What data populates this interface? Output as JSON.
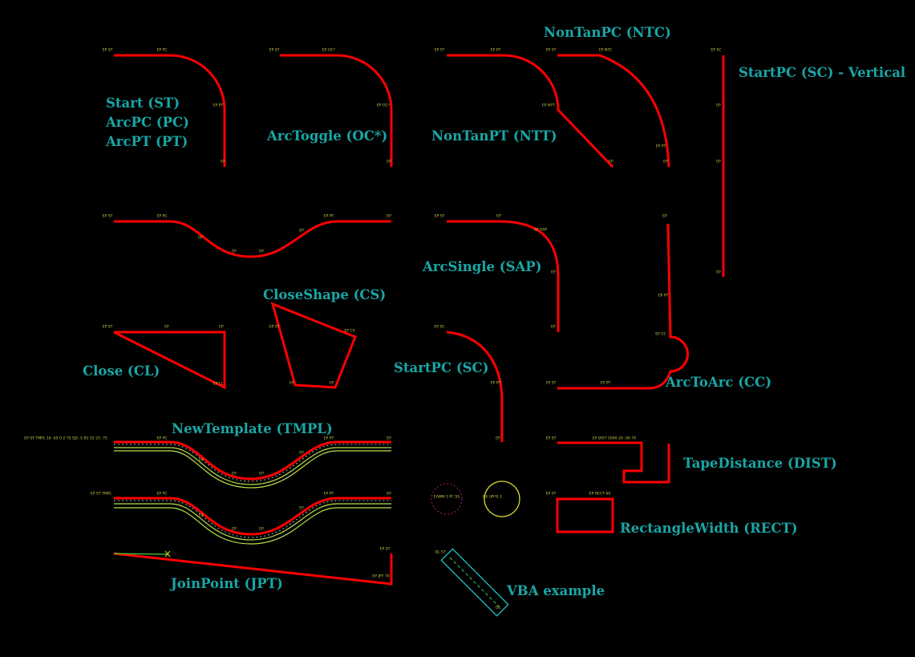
{
  "labels": {
    "start": "Start (ST)",
    "arcpc": "ArcPC (PC)",
    "arcpt": "ArcPT (PT)",
    "arctoggle": "ArcToggle (OC*)",
    "nontanpt": "NonTanPT (NTT)",
    "nontanpc": "NonTanPC (NTC)",
    "startpc_vertical": "StartPC (SC) - Vertical",
    "arcsingle": "ArcSingle (SAP)",
    "closeshape": "CloseShape (CS)",
    "close": "Close (CL)",
    "startpc": "StartPC (SC)",
    "arctoarc": "ArcToArc (CC)",
    "newtemplate": "NewTemplate (TMPL)",
    "tapedistance": "TapeDistance (DIST)",
    "rectanglewidth": "RectangleWidth (RECT)",
    "joinpoint": "JoinPoint (JPT)",
    "vba": "VBA example"
  },
  "tiny": {
    "t1": "EP ST",
    "t2": "EP PC",
    "t3": "EP PT",
    "t4": "EP",
    "t5": "EP ST",
    "t6": "EP OC*",
    "t7": "EP OC*",
    "t8": "EP",
    "t9": "EP ST",
    "t10": "EP PT",
    "t11": "EP NTT",
    "t12": "EP",
    "t13": "EP ST",
    "t14": "EP NTC",
    "t15": "EP PT",
    "t16": "EP",
    "t17": "EP SC",
    "t18": "EP",
    "t19": "EP",
    "t20": "EP",
    "t21": "EP ST",
    "t22": "EP PC",
    "t23": "EP",
    "t24": "EP",
    "t25": "EP",
    "t26": "EP",
    "t27": "EP PT",
    "t28": "EP",
    "t29": "EP ST",
    "t30": "EP",
    "t31": "EP SAP",
    "t32": "EP",
    "t33": "EP",
    "t34": "EP",
    "t35": "EP PT",
    "t36": "EP CC",
    "t37": "EP ST",
    "t38": "EP",
    "t39": "EP",
    "t40": "EP CL",
    "t41": "EP ST",
    "t42": "EP CS",
    "t43": "EP",
    "t44": "EP",
    "t45": "EP SC",
    "t46": "EP PT",
    "t47": "EP",
    "t48": "EP ST",
    "t49": "EP PT",
    "t50": "EP ST TMPL 16 .65 0.2 TS SJ5 .5 B1 S2 25 .75",
    "t51": "EP PC",
    "t52": "EP",
    "t53": "EP",
    "t54": "EP",
    "t55": "EP",
    "t56": "EP PT",
    "t57": "EP",
    "t58": "EP ST TMPL",
    "t59": "EP PC",
    "t60": "EP",
    "t61": "EP",
    "t62": "EP",
    "t63": "EP",
    "t64": "EP PT",
    "t65": "EP",
    "t66": "EP ST",
    "t67": "EP DIST 5000 20 -90 70",
    "t68": "EAWN 1 R*.5S",
    "t69": "EX UR*0.3",
    "t70": "EP ST",
    "t71": "EP RECT 60",
    "t72": "EP ST",
    "t73": "EP JPT 70",
    "t74": "DL ST",
    "t75": "DL"
  },
  "colors": {
    "background": "#000000",
    "line": "#ff0000",
    "label": "#1aa6a6",
    "tiny_text": "#c8c84a",
    "template_offset": "#b8e04a",
    "template_dash": "#dddddd",
    "circle_magenta": "#c0208a",
    "circle_yellow": "#d8d82a",
    "vba": "#1fc0c0",
    "vba_dash": "#30d060"
  }
}
